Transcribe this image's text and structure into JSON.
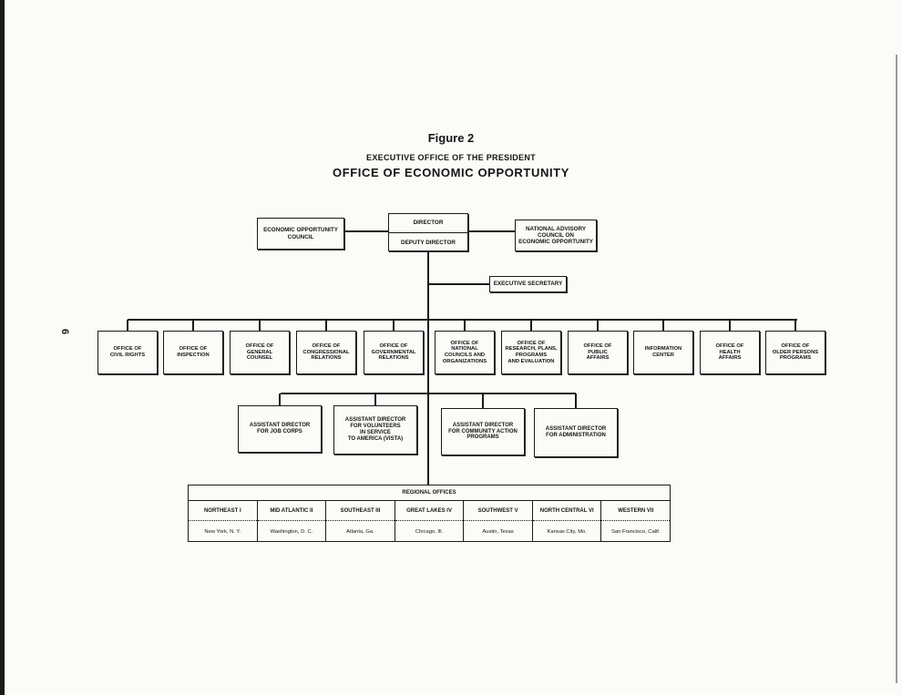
{
  "page_number": "6",
  "figure_title": "Figure 2",
  "exec_office": "EXECUTIVE OFFICE OF THE PRESIDENT",
  "org_title": "OFFICE OF ECONOMIC OPPORTUNITY",
  "top": {
    "council": "ECONOMIC OPPORTUNITY\nCOUNCIL",
    "director": "DIRECTOR",
    "deputy": "DEPUTY DIRECTOR",
    "advisory": "NATIONAL ADVISORY\nCOUNCIL ON\nECONOMIC OPPORTUNITY",
    "exec_secretary": "EXECUTIVE SECRETARY"
  },
  "offices": [
    "OFFICE OF\nCIVIL RIGHTS",
    "OFFICE OF\nINSPECTION",
    "OFFICE OF\nGENERAL\nCOUNSEL",
    "OFFICE OF\nCONGRESSIONAL\nRELATIONS",
    "OFFICE OF\nGOVERNMENTAL\nRELATIONS",
    "OFFICE OF\nNATIONAL\nCOUNCILS AND\nORGANIZATIONS",
    "OFFICE OF\nRESEARCH, PLANS,\nPROGRAMS\nAND EVALUATION",
    "OFFICE OF\nPUBLIC\nAFFAIRS",
    "INFORMATION\nCENTER",
    "OFFICE OF\nHEALTH\nAFFAIRS",
    "OFFICE OF\nOLDER PERSONS\nPROGRAMS"
  ],
  "assistant_directors": [
    "ASSISTANT DIRECTOR\nFOR JOB CORPS",
    "ASSISTANT DIRECTOR\nFOR VOLUNTEERS\nIN SERVICE\nTO AMERICA (VISTA)",
    "ASSISTANT DIRECTOR\nFOR COMMUNITY ACTION\nPROGRAMS",
    "ASSISTANT DIRECTOR\nFOR ADMINISTRATION"
  ],
  "regional": {
    "heading": "REGIONAL OFFICES",
    "regions": [
      {
        "name": "NORTHEAST I",
        "city": "New York, N. Y."
      },
      {
        "name": "MID ATLANTIC II",
        "city": "Washington, D. C."
      },
      {
        "name": "SOUTHEAST III",
        "city": "Atlanta, Ga."
      },
      {
        "name": "GREAT LAKES IV",
        "city": "Chicago, Ill."
      },
      {
        "name": "SOUTHWEST V",
        "city": "Austin, Texas"
      },
      {
        "name": "NORTH CENTRAL VI",
        "city": "Kansas City, Mo."
      },
      {
        "name": "WESTERN VII",
        "city": "San Francisco, Calif."
      }
    ]
  }
}
